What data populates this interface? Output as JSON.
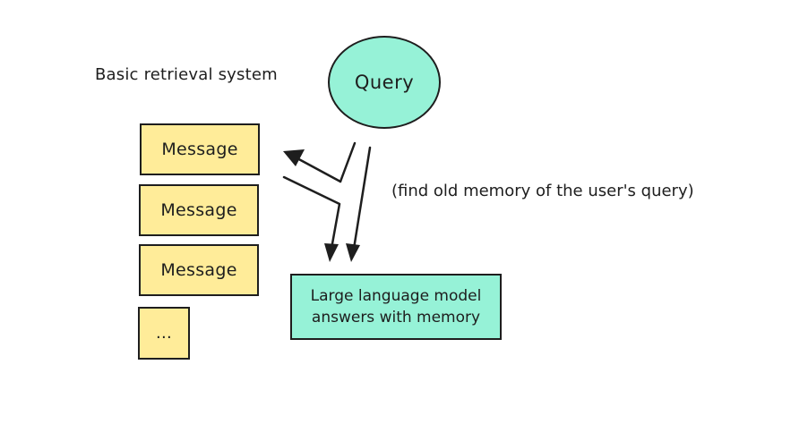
{
  "diagram": {
    "title": "Basic retrieval system",
    "query_label": "Query",
    "annotation": "(find old memory of the user's query)",
    "messages": [
      "Message",
      "Message",
      "Message",
      "..."
    ],
    "llm_label_line1": "Large language model",
    "llm_label_line2": "answers with memory"
  },
  "colors": {
    "query_fill": "#96f2d7",
    "llm_fill": "#96f2d7",
    "message_fill": "#ffec99",
    "stroke": "#1e1e1e"
  }
}
